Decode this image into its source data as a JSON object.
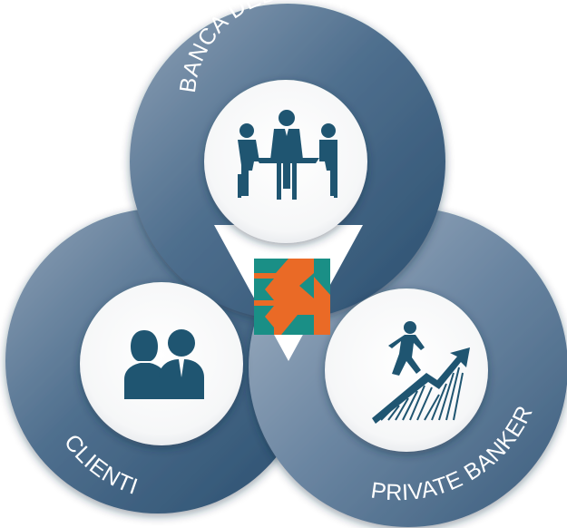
{
  "diagram": {
    "labels": {
      "top": "BANCA DEDICATA",
      "left": "CLIENTI",
      "right": "PRIVATE BANKER"
    },
    "icons": {
      "top": "business-meeting-icon",
      "left": "clients-people-icon",
      "right": "growth-climber-icon",
      "center": "bank-logo-icon"
    },
    "colors": {
      "ring_dark": "#2f5676",
      "ring_light": "#8d9fb4",
      "icon": "#1f5571",
      "logo_teal": "#1a8f86",
      "logo_orange": "#ea6a26"
    }
  }
}
